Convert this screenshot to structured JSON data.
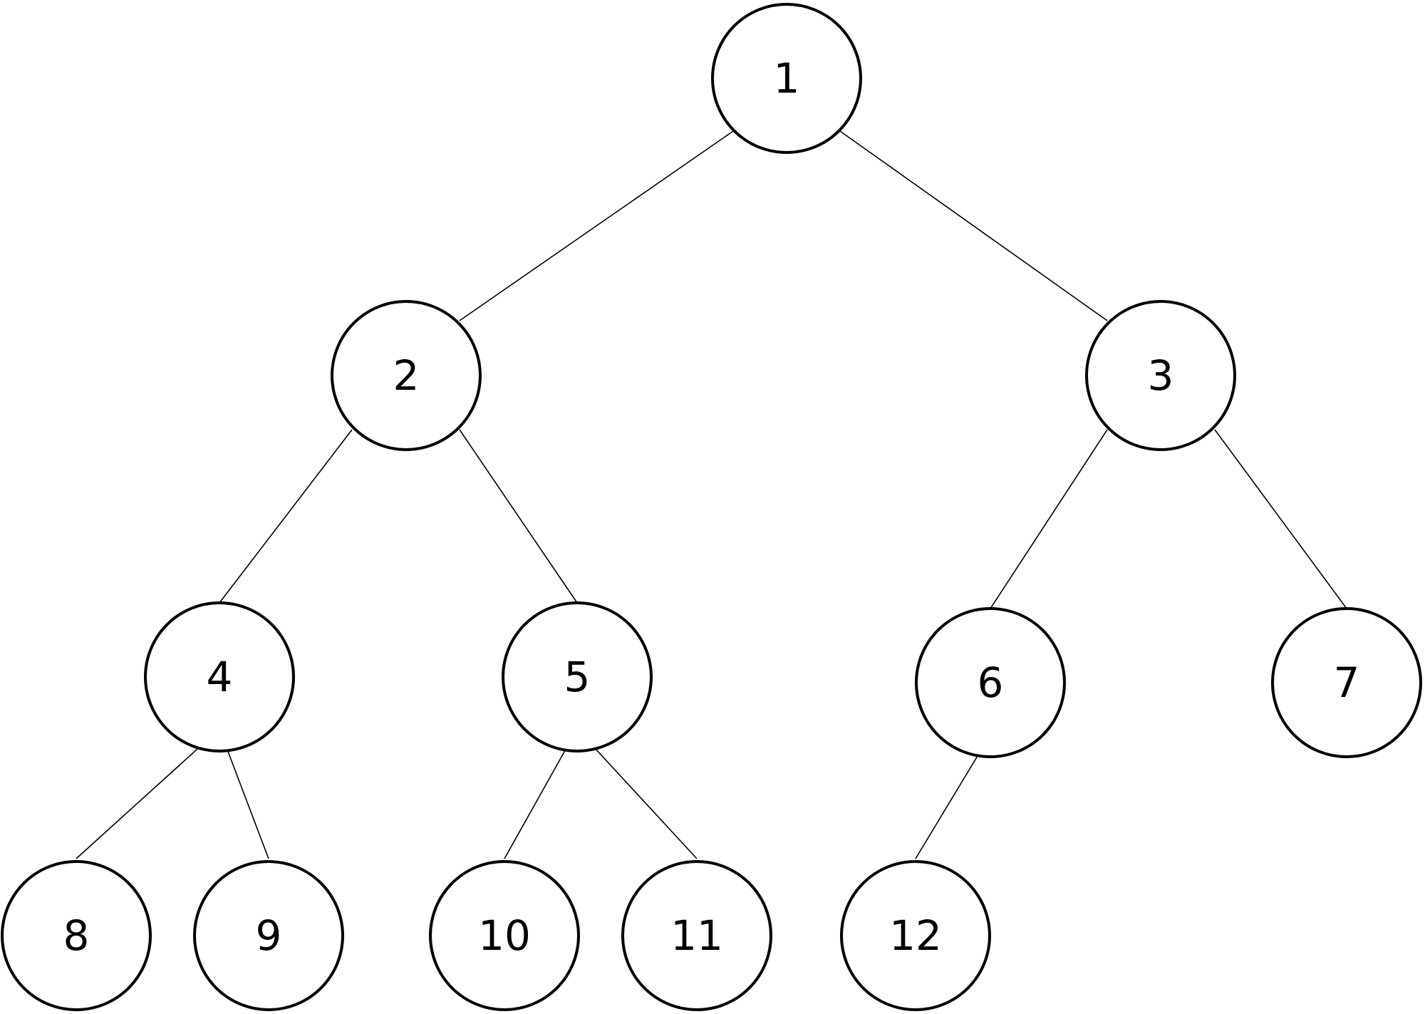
{
  "nodes": [
    {
      "id": "1",
      "label": "1"
    },
    {
      "id": "2",
      "label": "2"
    },
    {
      "id": "3",
      "label": "3"
    },
    {
      "id": "4",
      "label": "4"
    },
    {
      "id": "5",
      "label": "5"
    },
    {
      "id": "6",
      "label": "6"
    },
    {
      "id": "7",
      "label": "7"
    },
    {
      "id": "8",
      "label": "8"
    },
    {
      "id": "9",
      "label": "9"
    },
    {
      "id": "10",
      "label": "10"
    },
    {
      "id": "11",
      "label": "11"
    },
    {
      "id": "12",
      "label": "12"
    }
  ],
  "edges": [
    {
      "from": "1",
      "to": "2"
    },
    {
      "from": "1",
      "to": "3"
    },
    {
      "from": "2",
      "to": "4"
    },
    {
      "from": "2",
      "to": "5"
    },
    {
      "from": "3",
      "to": "6"
    },
    {
      "from": "3",
      "to": "7"
    },
    {
      "from": "4",
      "to": "8"
    },
    {
      "from": "4",
      "to": "9"
    },
    {
      "from": "5",
      "to": "10"
    },
    {
      "from": "5",
      "to": "11"
    },
    {
      "from": "6",
      "to": "12"
    }
  ]
}
